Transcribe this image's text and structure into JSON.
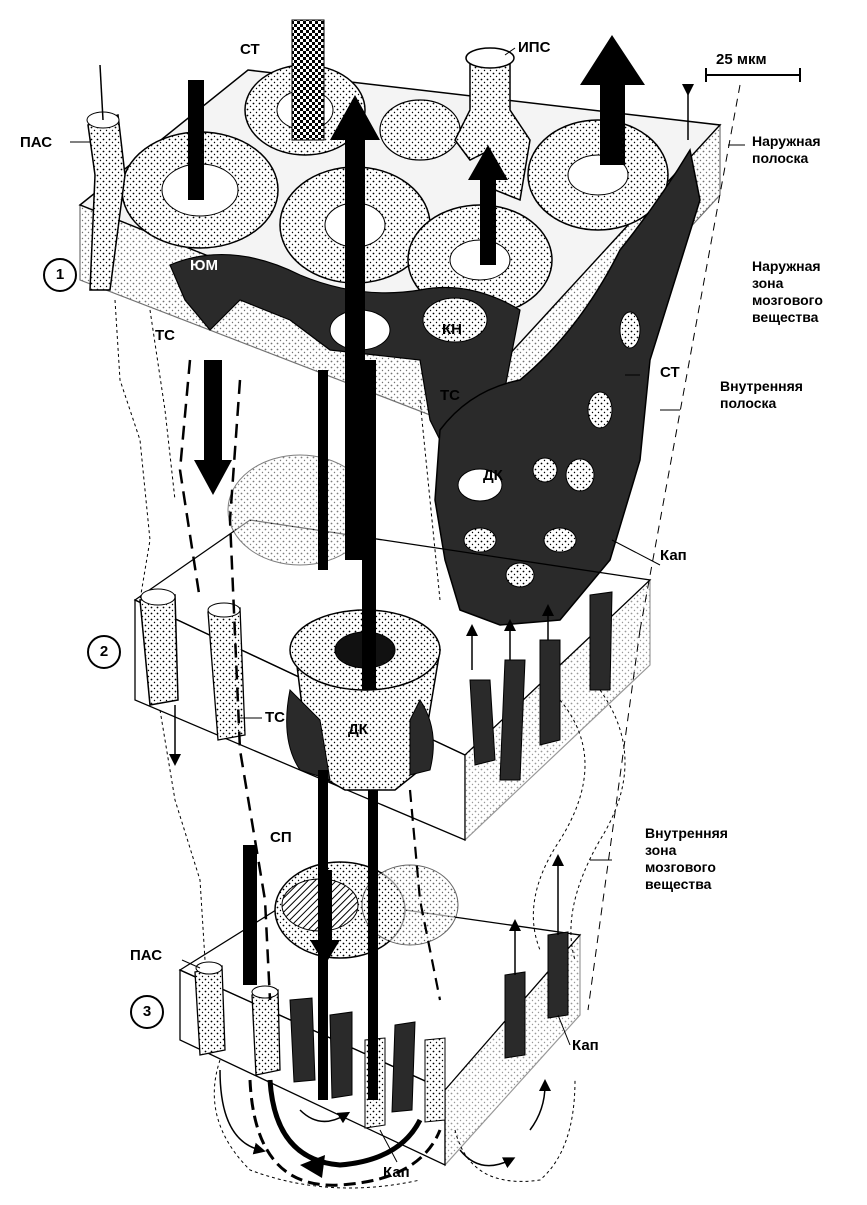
{
  "labels": {
    "pas_top": "ПАС",
    "st_top": "СТ",
    "ips": "ИПС",
    "yum": "ЮМ",
    "ts_1": "ТС",
    "dk_1": "ДК",
    "kn": "КН",
    "ts_2": "ТС",
    "dk_2": "ДК",
    "st_right": "СТ",
    "kap_1": "Кап",
    "ts_3": "ТС",
    "dk_3": "ДК",
    "sp": "СП",
    "pas_bottom": "ПАС",
    "kap_2": "Кап",
    "kap_3": "Кап"
  },
  "scale": {
    "label": "25 мкм"
  },
  "zones": {
    "outer_stripe": [
      "Наружная",
      "полоска"
    ],
    "outer_medulla": [
      "Наружная",
      "зона",
      "мозгового",
      "вещества"
    ],
    "inner_stripe": [
      "Внутренняя",
      "полоска"
    ],
    "inner_medulla": [
      "Внутренняя",
      "зона",
      "мозгового",
      "вещества"
    ]
  },
  "sections": {
    "s1": "1",
    "s2": "2",
    "s3": "3"
  }
}
